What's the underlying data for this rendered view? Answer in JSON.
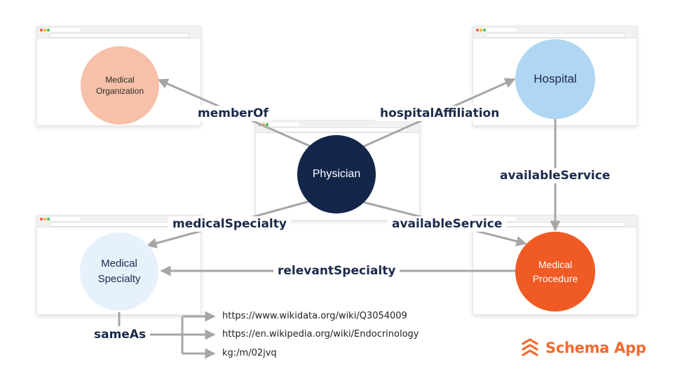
{
  "nodes": {
    "medical_organization": "Medical\nOrganization",
    "hospital": "Hospital",
    "physician": "Physician",
    "medical_specialty": "Medical\nSpecialty",
    "medical_procedure": "Medical\nProcedure"
  },
  "edges": {
    "member_of": "memberOf",
    "hospital_affiliation": "hospitalAffiliation",
    "available_service_hospital": "availableService",
    "medical_specialty": "medicalSpecialty",
    "available_service_physician": "availableService",
    "relevant_specialty": "relevantSpecialty",
    "same_as": "sameAs"
  },
  "same_as_links": [
    "https://www.wikidata.org/wiki/Q3054009",
    "https://en.wikipedia.org/wiki/Endocrinology",
    "kg:/m/02jvq"
  ],
  "logo": {
    "text": "Schema App"
  },
  "colors": {
    "medical_organization": "#f7c0a9",
    "hospital": "#afd6f2",
    "physician": "#13264a",
    "medical_specialty": "#e6f1fb",
    "medical_procedure": "#f05a24",
    "arrow": "#a6a6a6",
    "label": "#1b2a4a",
    "brand": "#f26a2e"
  }
}
